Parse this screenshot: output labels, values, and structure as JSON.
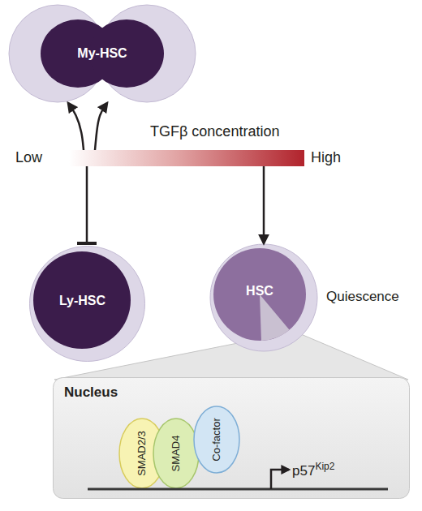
{
  "diagram": {
    "nodes": [
      {
        "text": [
          "My-HSC"
        ]
      },
      {
        "text": [
          "TGFβ concentration",
          "Low",
          "High"
        ]
      },
      {
        "text": [
          "Ly-HSC"
        ]
      },
      {
        "text": [
          "HSC"
        ]
      },
      {
        "text": [
          "Nucleus"
        ]
      },
      {
        "text": [
          "SMAD2/3"
        ],
        "in": 4
      },
      {
        "text": [
          "SMAD4"
        ],
        "in": 4
      },
      {
        "text": [
          "Co-factor"
        ],
        "in": 4
      }
    ],
    "edges": [
      {
        "from": 1,
        "to": 0,
        "arrow": "to"
      },
      {
        "from": 1,
        "to": 0,
        "arrow": "to"
      },
      {
        "from": 1,
        "to": 2,
        "arrow": "to"
      },
      {
        "from": 1,
        "to": 3,
        "arrow": "to"
      }
    ],
    "labels": [
      "Quiescence",
      "p57",
      "Kip2"
    ]
  }
}
